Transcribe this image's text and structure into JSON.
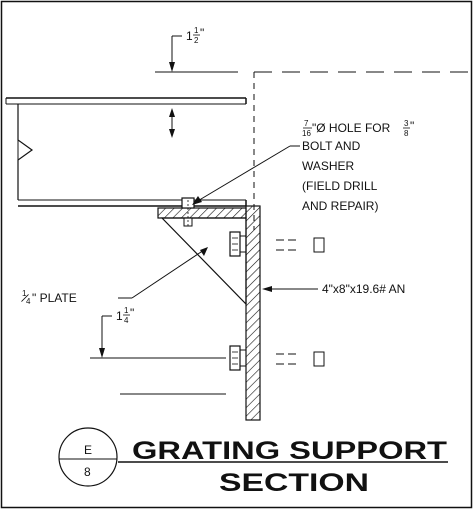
{
  "dimension_top": {
    "whole": "1",
    "frac_num": "1",
    "frac_den": "2",
    "unit": "\""
  },
  "dimension_lower": {
    "whole": "1",
    "frac_num": "1",
    "frac_den": "4",
    "unit": "\""
  },
  "hole_note": {
    "line1_num": "7",
    "line1_den": "16",
    "line1_text": "\"Ø HOLE FOR",
    "line1_num2": "3",
    "line1_den2": "8",
    "line1_unit": "\"",
    "line2": "BOLT AND",
    "line3": "WASHER",
    "line4": "(FIELD DRILL",
    "line5": "AND REPAIR)"
  },
  "plate_label": {
    "num": "1",
    "den": "4",
    "text": "\" PLATE"
  },
  "angle_label": "4\"x8\"x19.6# AN",
  "section_tag": {
    "letter": "E",
    "sheet": "8"
  },
  "title": {
    "line1": "GRATING SUPPORT",
    "line2": "SECTION"
  }
}
